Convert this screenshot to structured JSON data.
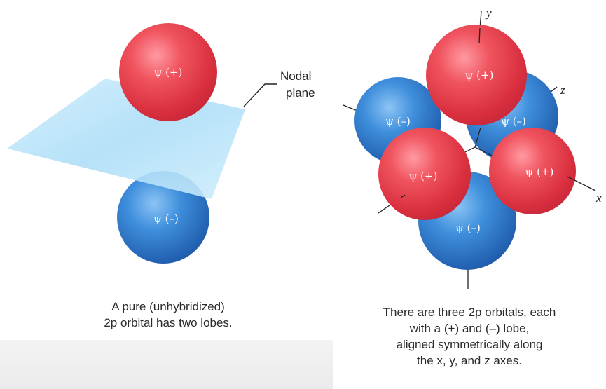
{
  "left_panel": {
    "top_lobe_label": "ψ (+)",
    "bottom_lobe_label": "ψ (–)",
    "nodal_plane_label": [
      "Nodal",
      "plane"
    ],
    "caption_lines": [
      "A pure (unhybridized)",
      "2p orbital has two lobes."
    ]
  },
  "right_panel": {
    "axis_labels": {
      "x": "x",
      "y": "y",
      "z": "z"
    },
    "lobes": {
      "y_plus": "ψ (+)",
      "y_minus": "ψ (–)",
      "x_plus": "ψ (+)",
      "x_minus": "ψ (–)",
      "z_plus": "ψ (+)",
      "z_minus": "ψ (–)"
    },
    "caption_lines": [
      "There are three 2p orbitals, each",
      "with a (+) and (–) lobe,",
      "aligned symmetrically along",
      "the x, y, and z axes."
    ]
  },
  "colors": {
    "positive_lobe": "#e8414f",
    "negative_lobe": "#2f7fd0",
    "nodal_plane": "#bfe6fa"
  }
}
